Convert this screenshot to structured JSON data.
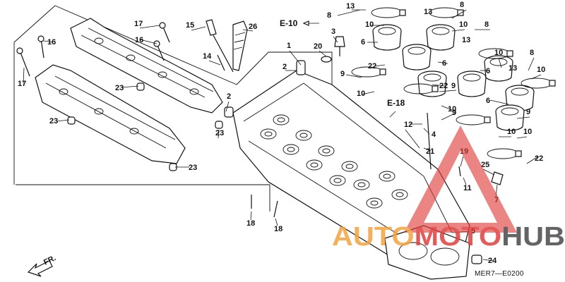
{
  "diagram": {
    "drawing_code": "MER7—E0200",
    "direction_label": "FR.",
    "references": [
      "E-10",
      "E-18"
    ],
    "callouts": [
      "1",
      "2",
      "2",
      "3",
      "4",
      "5",
      "6",
      "6",
      "6",
      "6",
      "7",
      "8",
      "8",
      "8",
      "8",
      "9",
      "9",
      "9",
      "9",
      "10",
      "10",
      "10",
      "10",
      "10",
      "10",
      "10",
      "10",
      "11",
      "12",
      "13",
      "13",
      "13",
      "13",
      "14",
      "15",
      "16",
      "16",
      "17",
      "17",
      "18",
      "18",
      "19",
      "20",
      "21",
      "22",
      "22",
      "22",
      "23",
      "23",
      "23",
      "23",
      "24",
      "25",
      "26"
    ]
  },
  "watermark": {
    "brand_left": "AUTO",
    "brand_mid": "MOTO",
    "brand_right": "HUB",
    "colors": {
      "orange": "#f4a340",
      "red": "#e0403e",
      "gray": "#4a4a4a"
    }
  }
}
